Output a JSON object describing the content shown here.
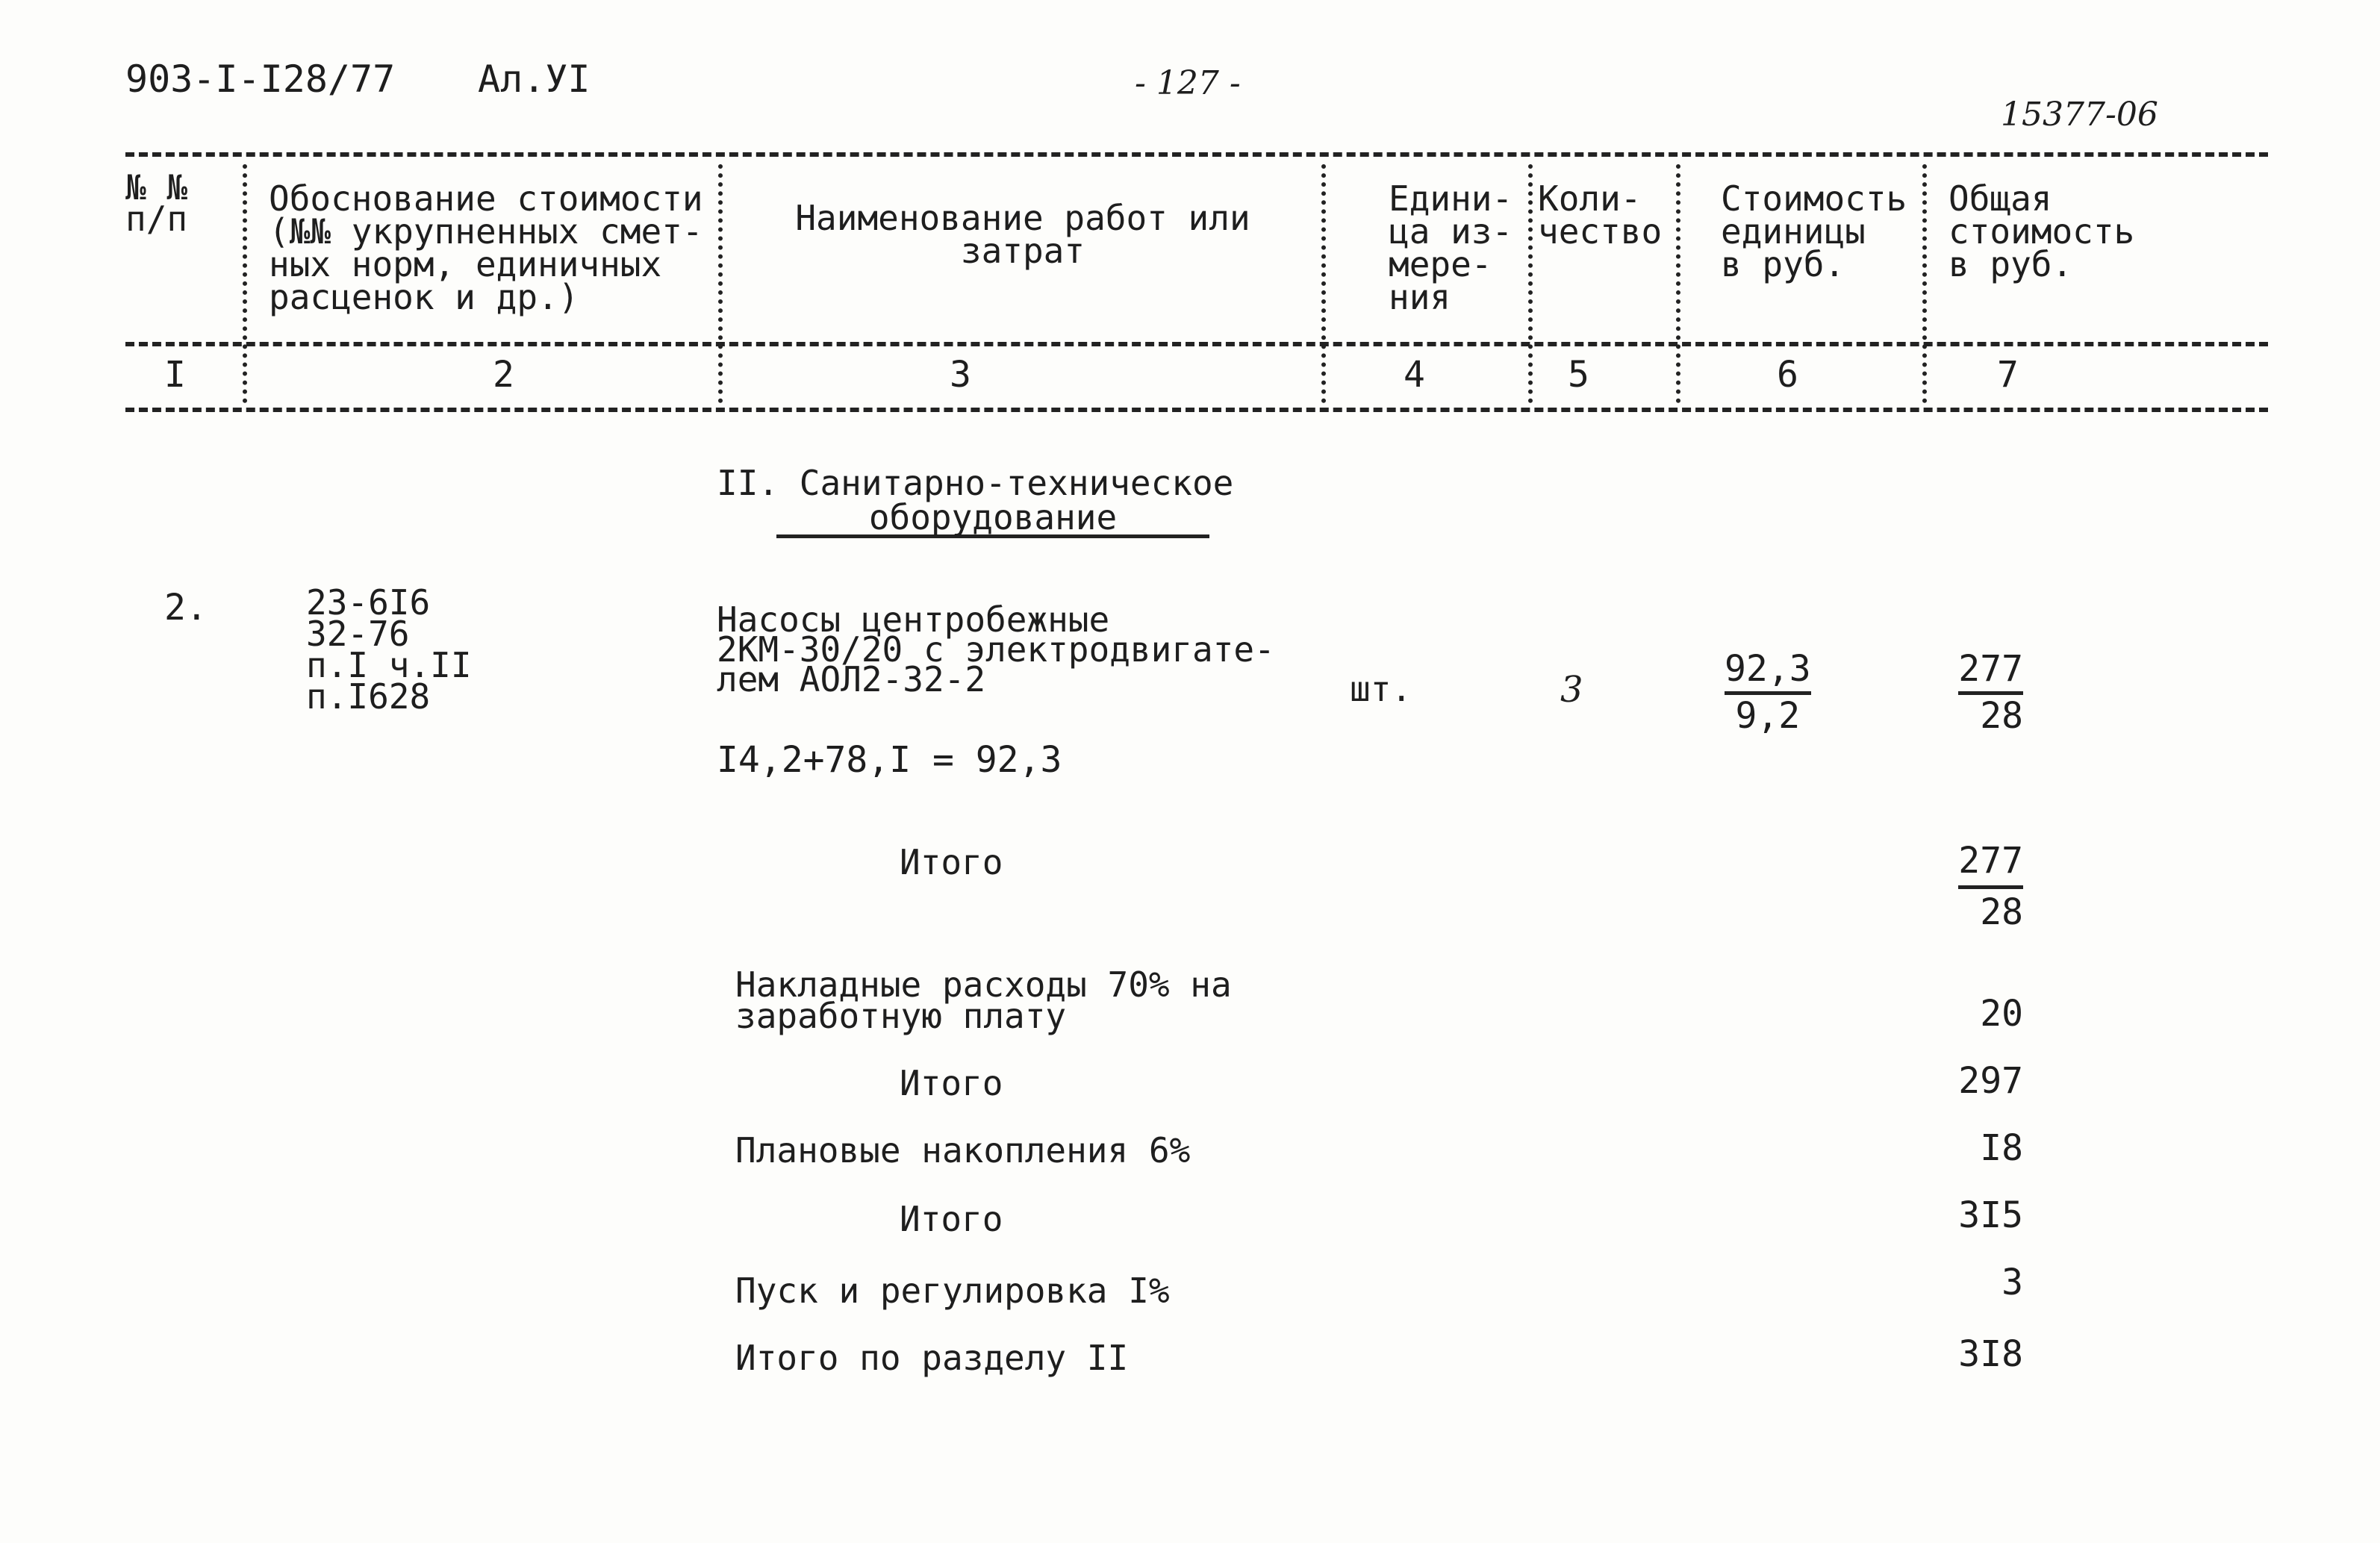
{
  "header": {
    "doc_code": "903-I-I28/77",
    "album": "Ал.УI",
    "page_number": "- 127 -",
    "inventory_number": "15377-06"
  },
  "table": {
    "columns": [
      {
        "title": "№ №\nп/п",
        "num": "I"
      },
      {
        "title": "Обоснование стоимости\n(№№ укрупненных смет-\nных норм, единичных\nрасценок и др.)",
        "num": "2"
      },
      {
        "title": "Наименование работ или\nзатрат",
        "num": "3"
      },
      {
        "title": "Едини-\nца из-\nмере-\nния",
        "num": "4"
      },
      {
        "title": "Коли-\nчество",
        "num": "5"
      },
      {
        "title": "Стоимость\nединицы\nв руб.",
        "num": "6"
      },
      {
        "title": "Общая\nстоимость\nв руб.",
        "num": "7"
      }
    ]
  },
  "section": {
    "title_line1": "II. Санитарно-техническое",
    "title_line2": "оборудование"
  },
  "item": {
    "number": "2.",
    "basis": "23-6I6\n32-76\nп.I ч.II\nп.I628",
    "name": "Насосы центробежные\n2КМ-30/20 с электродвигате-\nлем АОЛ2-32-2",
    "calc": "I4,2+78,I = 92,3",
    "unit": "шт.",
    "qty": "3",
    "unit_cost_top": "92,3",
    "unit_cost_bottom": "9,2",
    "total_top": "277",
    "total_bottom": "28"
  },
  "summary": [
    {
      "label": "Итого",
      "top": "277",
      "bottom": "28"
    },
    {
      "label": "Накладные расходы 70% на\nзаработную плату",
      "value": "20"
    },
    {
      "label": "Итого",
      "value": "297"
    },
    {
      "label": "Плановые накопления 6%",
      "value": "I8"
    },
    {
      "label": "Итого",
      "value": "3I5"
    },
    {
      "label": "Пуск и регулировка I%",
      "value": "3"
    },
    {
      "label": "Итого по разделу II",
      "value": "3I8"
    }
  ]
}
